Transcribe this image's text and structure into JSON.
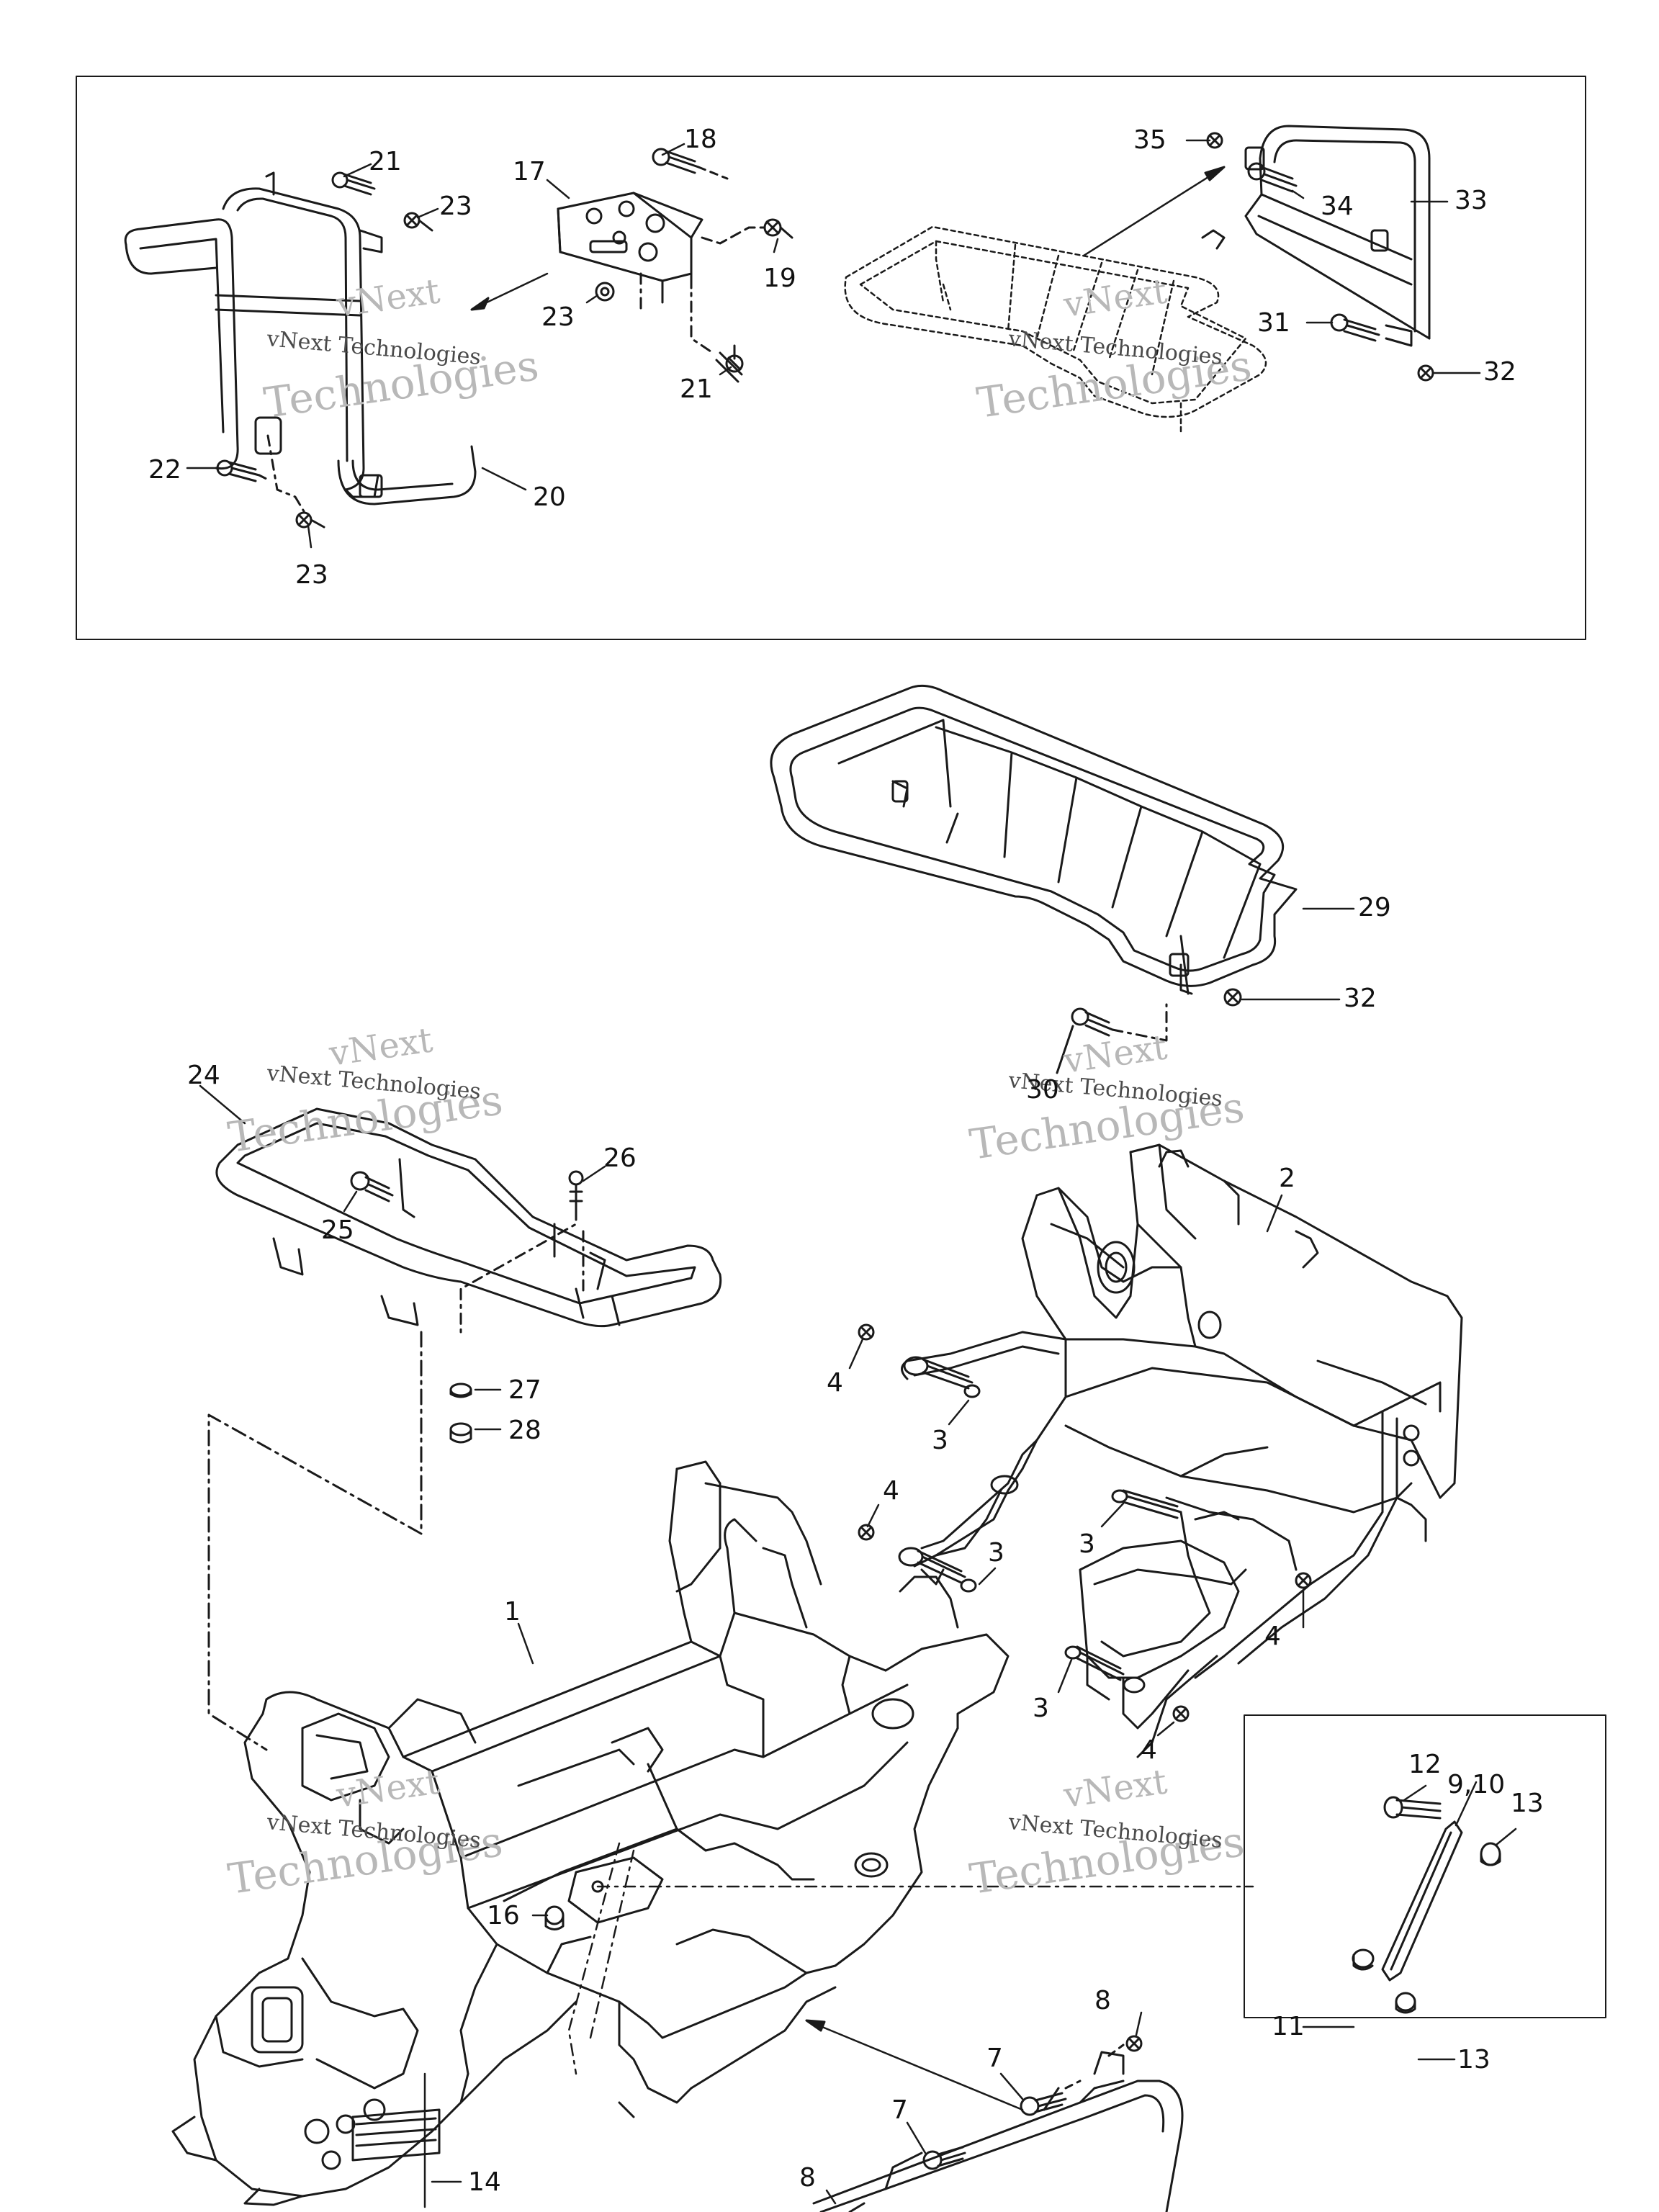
{
  "diagram": {
    "callouts_top_box": [
      "21",
      "18",
      "17",
      "23",
      "19",
      "23",
      "21",
      "22",
      "20",
      "23",
      "35",
      "34",
      "33",
      "31",
      "32"
    ],
    "callouts_main": [
      "29",
      "32",
      "30",
      "24",
      "26",
      "25",
      "27",
      "28",
      "2",
      "4",
      "3",
      "4",
      "3",
      "3",
      "4",
      "3",
      "4",
      "1",
      "12",
      "9,10",
      "13",
      "11",
      "13",
      "16",
      "8",
      "7",
      "7",
      "8",
      "14"
    ],
    "watermark": {
      "company": "vNext Technologies",
      "word1": "vNext",
      "word2": "Technologies"
    },
    "colors": {
      "line": "#1a1a1a",
      "watermark": "#b8b8b8",
      "background": "#ffffff"
    }
  }
}
